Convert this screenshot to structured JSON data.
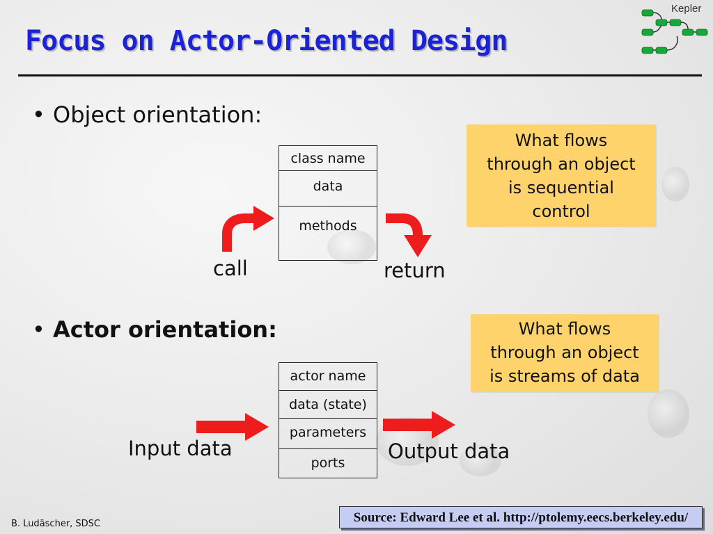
{
  "slide": {
    "title": "Focus on Actor-Oriented Design",
    "logo_text": "Kepler",
    "bullets": [
      {
        "symbol": "•",
        "text": "Object orientation:"
      },
      {
        "symbol": "•",
        "text": "Actor orientation:"
      }
    ],
    "object_box": {
      "rows": [
        "class name",
        "data",
        "methods"
      ]
    },
    "actor_box": {
      "rows": [
        "actor name",
        "data (state)",
        "parameters",
        "ports"
      ]
    },
    "labels": {
      "call": "call",
      "return": "return",
      "input": "Input data",
      "output": "Output data"
    },
    "notes": [
      {
        "lines": [
          "What flows",
          "through an object",
          "is sequential",
          "control"
        ]
      },
      {
        "lines": [
          "What flows",
          "through an object",
          "is streams of data"
        ]
      }
    ],
    "source": "Source: Edward Lee et al. http://ptolemy.eecs.berkeley.edu/",
    "footer": "B. Ludäscher, SDSC"
  },
  "colors": {
    "title": "#1c23d6",
    "arrow": "#ee1c1c",
    "note_bg": "#ffd36b",
    "source_bg": "#c5cdf3",
    "logo_green": "#1aa63a"
  },
  "icons": {
    "logo": "kepler-logo-icon",
    "arrows": [
      "curved-up-right-arrow-icon",
      "curved-down-right-arrow-icon",
      "right-arrow-icon",
      "right-arrow-icon"
    ]
  }
}
